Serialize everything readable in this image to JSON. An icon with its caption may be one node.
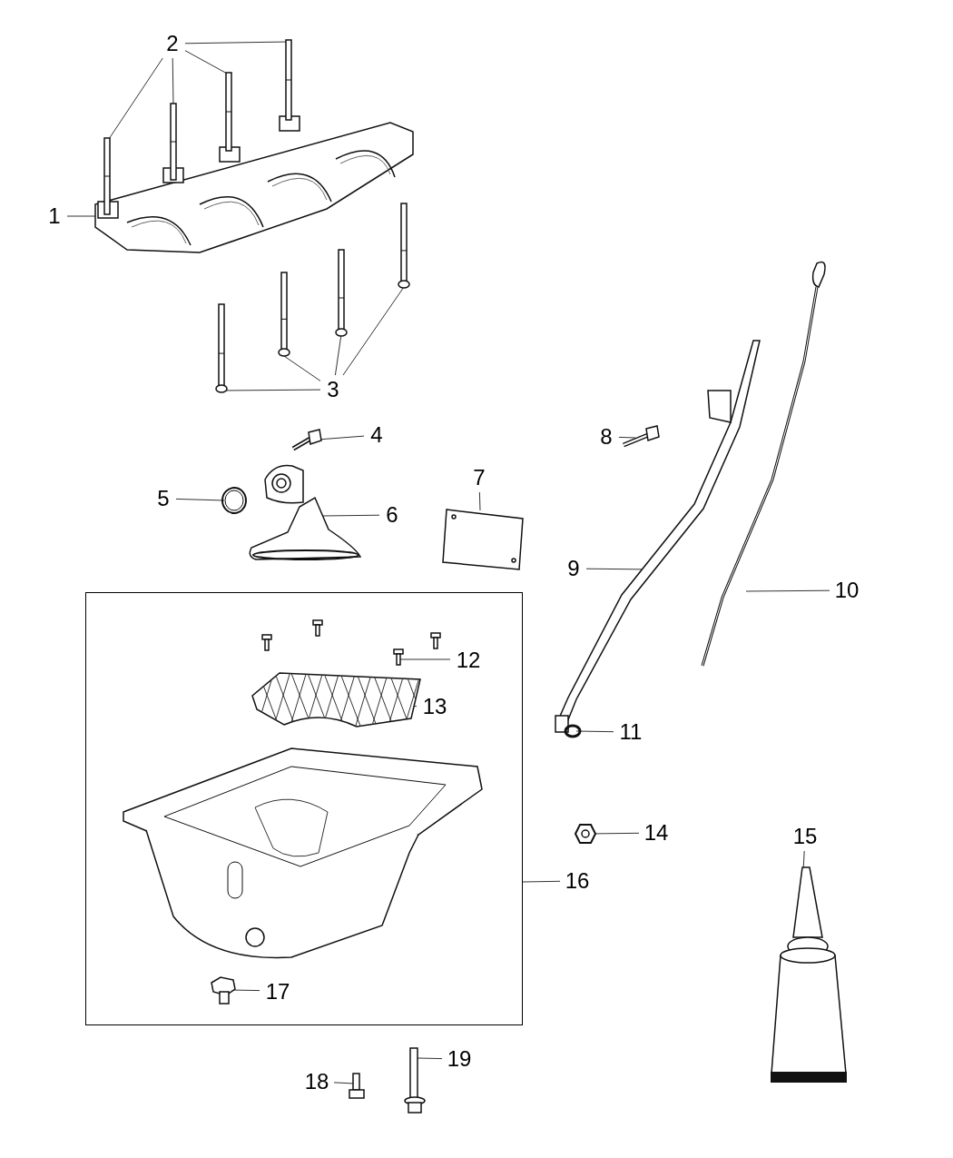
{
  "diagram": {
    "nodes": [
      {
        "text": [
          "1"
        ]
      },
      {
        "text": [],
        "shape": "picture"
      },
      {
        "text": [
          "2"
        ]
      },
      {
        "text": [],
        "shape": "picture"
      },
      {
        "text": [],
        "shape": "picture"
      },
      {
        "text": [],
        "shape": "picture"
      },
      {
        "text": [],
        "shape": "picture"
      },
      {
        "text": [
          "3"
        ]
      },
      {
        "text": [],
        "shape": "picture"
      },
      {
        "text": [],
        "shape": "picture"
      },
      {
        "text": [],
        "shape": "picture"
      },
      {
        "text": [],
        "shape": "picture"
      },
      {
        "text": [
          "4"
        ]
      },
      {
        "text": [],
        "shape": "picture"
      },
      {
        "text": [
          "5"
        ]
      },
      {
        "text": [],
        "shape": "picture"
      },
      {
        "text": [
          "6"
        ]
      },
      {
        "text": [],
        "shape": "picture"
      },
      {
        "text": [
          "7"
        ]
      },
      {
        "text": [],
        "shape": "picture"
      },
      {
        "text": [
          "8"
        ]
      },
      {
        "text": [],
        "shape": "picture"
      },
      {
        "text": [
          "9"
        ]
      },
      {
        "text": [],
        "shape": "picture"
      },
      {
        "text": [
          "10"
        ]
      },
      {
        "text": [],
        "shape": "picture"
      },
      {
        "text": [
          "11"
        ]
      },
      {
        "text": [],
        "shape": "circle"
      },
      {
        "text": [],
        "shape": "box"
      },
      {
        "text": [
          "12"
        ],
        "in": 28
      },
      {
        "text": [],
        "shape": "picture",
        "in": 28
      },
      {
        "text": [
          "13"
        ],
        "in": 28
      },
      {
        "text": [],
        "shape": "picture",
        "in": 28
      },
      {
        "text": [
          "17"
        ],
        "in": 28
      },
      {
        "text": [],
        "shape": "picture",
        "in": 28
      },
      {
        "text": [
          "14"
        ]
      },
      {
        "text": [],
        "shape": "picture"
      },
      {
        "text": [
          "15"
        ]
      },
      {
        "text": [],
        "shape": "tube"
      },
      {
        "text": [
          "16"
        ]
      },
      {
        "text": [
          "18"
        ]
      },
      {
        "text": [],
        "shape": "picture"
      },
      {
        "text": [
          "19"
        ]
      },
      {
        "text": [],
        "shape": "picture"
      }
    ],
    "edges": [
      {
        "from": 0,
        "to": 1,
        "arrow": "none"
      },
      {
        "from": 2,
        "to": 3,
        "arrow": "none"
      },
      {
        "from": 2,
        "to": 4,
        "arrow": "none"
      },
      {
        "from": 2,
        "to": 5,
        "arrow": "none"
      },
      {
        "from": 2,
        "to": 6,
        "arrow": "none"
      },
      {
        "from": 7,
        "to": 8,
        "arrow": "none"
      },
      {
        "from": 7,
        "to": 9,
        "arrow": "none"
      },
      {
        "from": 7,
        "to": 10,
        "arrow": "none"
      },
      {
        "from": 7,
        "to": 11,
        "arrow": "none"
      },
      {
        "from": 12,
        "to": 13,
        "arrow": "none"
      },
      {
        "from": 14,
        "to": 15,
        "arrow": "none"
      },
      {
        "from": 16,
        "to": 17,
        "arrow": "none"
      },
      {
        "from": 18,
        "to": 19,
        "arrow": "none"
      },
      {
        "from": 20,
        "to": 21,
        "arrow": "none"
      },
      {
        "from": 22,
        "to": 23,
        "arrow": "none"
      },
      {
        "from": 24,
        "to": 25,
        "arrow": "none"
      },
      {
        "from": 26,
        "to": 27,
        "arrow": "none"
      },
      {
        "from": 39,
        "to": 28,
        "arrow": "none"
      },
      {
        "from": 29,
        "to": 30,
        "arrow": "none"
      },
      {
        "from": 31,
        "to": 32,
        "arrow": "none"
      },
      {
        "from": 33,
        "to": 34,
        "arrow": "none"
      },
      {
        "from": 35,
        "to": 36,
        "arrow": "none"
      },
      {
        "from": 37,
        "to": 38,
        "arrow": "none"
      },
      {
        "from": 40,
        "to": 41,
        "arrow": "none"
      },
      {
        "from": 42,
        "to": 43,
        "arrow": "none"
      }
    ]
  }
}
